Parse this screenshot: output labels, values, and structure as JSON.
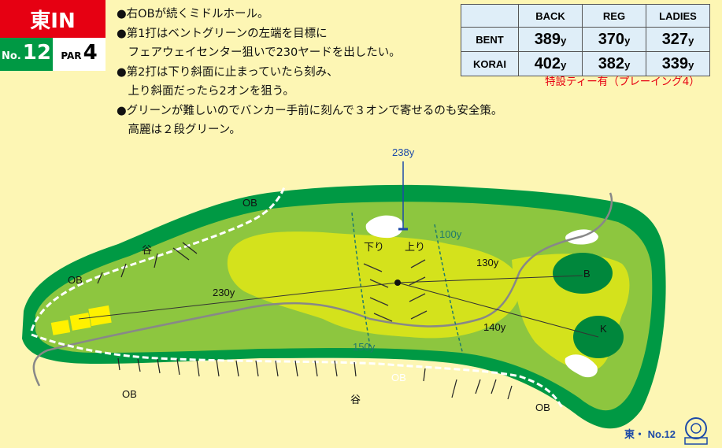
{
  "badge": {
    "course": "東IN",
    "no_prefix": "No.",
    "hole": "12",
    "par_prefix": "PAR",
    "par": "4"
  },
  "notes": [
    "●右OBが続くミドルホール。",
    "●第1打はベントグリーンの左端を目標に",
    "　フェアウェイセンター狙いで230ヤードを出したい。",
    "●第2打は下り斜面に止まっていたら刻み、",
    "　上り斜面だったら2オンを狙う。",
    "●グリーンが難しいのでバンカー手前に刻んで３オンで寄せるのも安全策。",
    "　高麗は２段グリーン。"
  ],
  "yardage": {
    "headers": [
      "",
      "BACK",
      "REG",
      "LADIES"
    ],
    "unit": "y",
    "rows": [
      {
        "label": "BENT",
        "values": [
          "389",
          "370",
          "327"
        ]
      },
      {
        "label": "KORAI",
        "values": [
          "402",
          "382",
          "339"
        ]
      }
    ]
  },
  "tee_note": "特設ティー有（プレーイング4）",
  "map": {
    "labels": {
      "ob1": "OB",
      "ob2": "OB",
      "ob3": "OB",
      "ob4": "OB",
      "ob5": "OB",
      "tani1": "谷",
      "tani2": "谷",
      "y238": "238y",
      "y230": "230y",
      "y100": "100y",
      "y130": "130y",
      "y140": "140y",
      "y150": "150y",
      "kudari": "下り",
      "nobori": "上り",
      "green_b": "B",
      "green_k": "K"
    },
    "colors": {
      "rough": "#009944",
      "light_rough": "#8dc63f",
      "fairway": "#d4e21c",
      "green": "#00873c",
      "bunker": "#ffffff",
      "tee": "#fff100",
      "path": "#888888"
    }
  },
  "footer": {
    "text": "東・ No.12",
    "logo": "club-logo-icon"
  }
}
